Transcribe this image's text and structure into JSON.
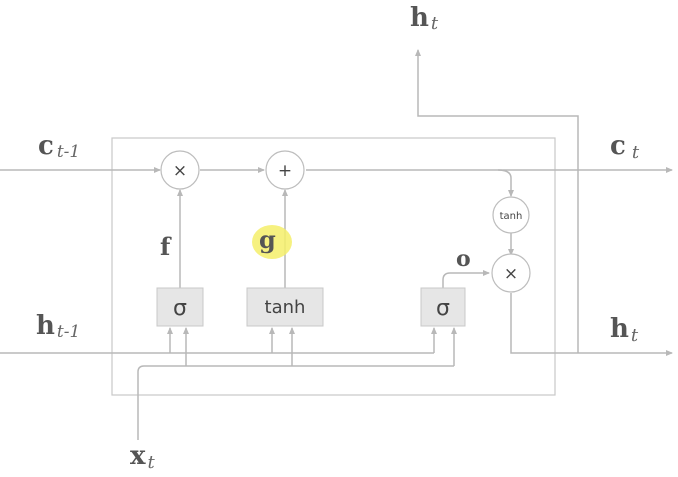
{
  "labels": {
    "c_prev": {
      "sym": "c",
      "sub": "t-1"
    },
    "h_prev": {
      "sym": "h",
      "sub": "t-1"
    },
    "c_next": {
      "sym": "c",
      "sub": "t"
    },
    "h_next": {
      "sym": "h",
      "sub": "t"
    },
    "h_out_top": {
      "sym": "h",
      "sub": "t"
    },
    "x_in": {
      "sym": "x",
      "sub": "t"
    }
  },
  "gate_letters": {
    "f": "f",
    "g": "g",
    "o": "o"
  },
  "gates": {
    "sigma_f": "σ",
    "tanh_g": "tanh",
    "sigma_o": "σ"
  },
  "ops": {
    "mul_forget": "×",
    "add_cell": "+",
    "tanh_cell": "tanh",
    "mul_output": "×"
  },
  "colors": {
    "highlight": "#f5ef6a",
    "line": "#b8b8b8",
    "gate_fill": "#e6e6e6"
  }
}
